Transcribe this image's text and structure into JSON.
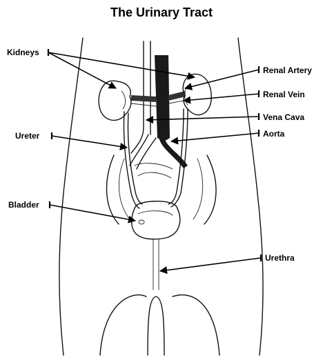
{
  "title": "The Urinary Tract",
  "labels": {
    "kidneys": "Kidneys",
    "renal_artery": "Renal Artery",
    "renal_vein": "Renal Vein",
    "vena_cava": "Vena Cava",
    "aorta": "Aorta",
    "ureter": "Ureter",
    "bladder": "Bladder",
    "urethra": "Urethra"
  }
}
